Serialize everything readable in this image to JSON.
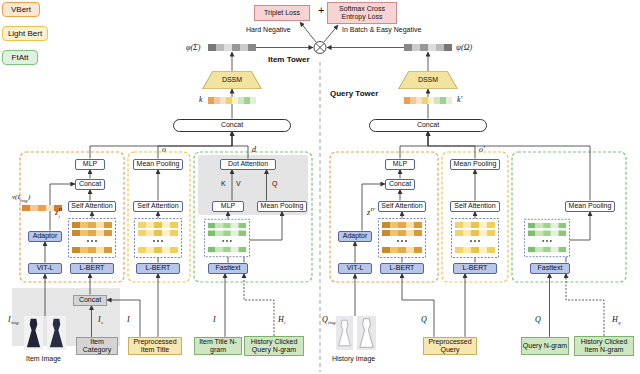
{
  "diagram": {
    "nodes": [
      {
        "text": [
          "Triplet Loss"
        ]
      },
      {
        "text": [
          "Softmax Cross Entropy Loss"
        ]
      },
      {
        "text": [
          "DSSM"
        ]
      },
      {
        "text": [
          "Concat"
        ]
      },
      {
        "text": [
          "MLP"
        ]
      },
      {
        "text": [
          "Concat"
        ]
      },
      {
        "text": [
          "Self Attention"
        ]
      },
      {
        "text": [
          "Adaptor"
        ]
      },
      {
        "text": [
          "VIT-L"
        ]
      },
      {
        "text": [
          "L-BERT"
        ]
      },
      {
        "text": [
          "Mean Pooling"
        ]
      },
      {
        "text": [
          "Self Attention"
        ]
      },
      {
        "text": [
          "L-BERT"
        ]
      },
      {
        "text": [
          "Dot Attention"
        ]
      },
      {
        "text": [
          "MLP"
        ]
      },
      {
        "text": [
          "Mean Pooling"
        ]
      },
      {
        "text": [
          "Fasttext"
        ]
      },
      {
        "text": [
          "Concat"
        ]
      },
      {
        "text": [
          "Item Category"
        ]
      },
      {
        "text": [
          "Preprocessed Item Title"
        ]
      },
      {
        "text": [
          "Item Title N-gram"
        ]
      },
      {
        "text": [
          "History Clicked Query N-gram"
        ]
      },
      {
        "text": [
          "DSSM"
        ]
      },
      {
        "text": [
          "Concat"
        ]
      },
      {
        "text": [
          "MLP"
        ]
      },
      {
        "text": [
          "Concat"
        ]
      },
      {
        "text": [
          "Self Attention"
        ]
      },
      {
        "text": [
          "Adaptor"
        ]
      },
      {
        "text": [
          "VIT-L"
        ]
      },
      {
        "text": [
          "L-BERT"
        ]
      },
      {
        "text": [
          "Mean Pooling"
        ]
      },
      {
        "text": [
          "Self Attention"
        ]
      },
      {
        "text": [
          "L-BERT"
        ]
      },
      {
        "text": [
          "Mean Pooling"
        ]
      },
      {
        "text": [
          "Fasttext"
        ]
      },
      {
        "text": [
          "Preprocessed Query"
        ]
      },
      {
        "text": [
          "Query N-gram"
        ]
      },
      {
        "text": [
          "History Clicked Item N-gram"
        ]
      }
    ],
    "edges": [
      {
        "from": 3,
        "to": 2,
        "arrow": "to"
      },
      {
        "from": 4,
        "to": 3,
        "arrow": "to"
      },
      {
        "from": 10,
        "to": 3,
        "arrow": "to"
      },
      {
        "from": 13,
        "to": 3,
        "arrow": "to"
      },
      {
        "from": 5,
        "to": 4,
        "arrow": "to"
      },
      {
        "from": 6,
        "to": 5,
        "arrow": "to"
      },
      {
        "from": 7,
        "to": 5,
        "arrow": "to"
      },
      {
        "from": 9,
        "to": 6,
        "arrow": "to"
      },
      {
        "from": 8,
        "to": 7,
        "arrow": "to"
      },
      {
        "from": 17,
        "to": 9,
        "arrow": "to"
      },
      {
        "from": 12,
        "to": 11,
        "arrow": "to"
      },
      {
        "from": 11,
        "to": 10,
        "arrow": "to"
      },
      {
        "from": 19,
        "to": 12,
        "arrow": "to"
      },
      {
        "from": 19,
        "to": 17,
        "arrow": "to"
      },
      {
        "from": 18,
        "to": 17,
        "arrow": "to"
      },
      {
        "from": 14,
        "to": 13,
        "arrow": "to"
      },
      {
        "from": 15,
        "to": 13,
        "arrow": "to"
      },
      {
        "from": 16,
        "to": 14,
        "arrow": "to"
      },
      {
        "from": 16,
        "to": 15,
        "arrow": "to"
      },
      {
        "from": 20,
        "to": 16,
        "arrow": "to"
      },
      {
        "from": 21,
        "to": 16,
        "arrow": "to"
      },
      {
        "from": 23,
        "to": 22,
        "arrow": "to"
      },
      {
        "from": 24,
        "to": 23,
        "arrow": "to"
      },
      {
        "from": 30,
        "to": 23,
        "arrow": "to"
      },
      {
        "from": 33,
        "to": 23,
        "arrow": "to"
      },
      {
        "from": 25,
        "to": 24,
        "arrow": "to"
      },
      {
        "from": 26,
        "to": 25,
        "arrow": "to"
      },
      {
        "from": 27,
        "to": 25,
        "arrow": "to"
      },
      {
        "from": 29,
        "to": 26,
        "arrow": "to"
      },
      {
        "from": 28,
        "to": 27,
        "arrow": "to"
      },
      {
        "from": 32,
        "to": 31,
        "arrow": "to"
      },
      {
        "from": 31,
        "to": 30,
        "arrow": "to"
      },
      {
        "from": 35,
        "to": 32,
        "arrow": "to"
      },
      {
        "from": 35,
        "to": 29,
        "arrow": "to"
      },
      {
        "from": 34,
        "to": 33,
        "arrow": "to"
      },
      {
        "from": 36,
        "to": 34,
        "arrow": "to"
      },
      {
        "from": 37,
        "to": 34,
        "arrow": "to"
      }
    ],
    "labels": [
      "+",
      "Hard Negative",
      "In Batch & Easy Negative",
      "φ(Σ)",
      "ψ(Ω)",
      "Item Tower",
      "Query Tower",
      "k",
      "k'",
      "o",
      "d",
      "o'",
      "ν(I",
      "img",
      ")",
      "z",
      "D",
      "i",
      "K",
      "V",
      "Q",
      "I",
      "img",
      "I",
      "c",
      "I",
      "Item Image",
      "I",
      "H",
      "i",
      "z",
      "D'",
      "Q",
      "img",
      "History Image",
      "Q",
      "Q",
      "H",
      "q"
    ],
    "legend": [
      {
        "text": "VBert",
        "color": "#f0a04b"
      },
      {
        "text": "Light Bert",
        "color": "#eec44a"
      },
      {
        "text": "FtAtt",
        "color": "#7cc47c"
      }
    ]
  }
}
